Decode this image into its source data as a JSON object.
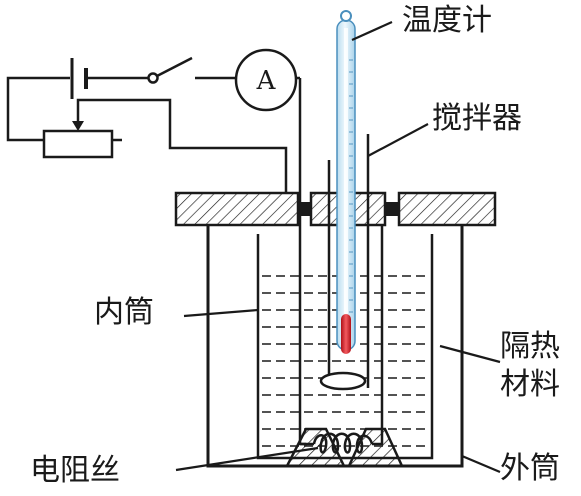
{
  "labels": {
    "thermometer": "温度计",
    "stirrer": "搅拌器",
    "inner_cylinder": "内筒",
    "insulation_line1": "隔热",
    "insulation_line2": "材料",
    "resistance_wire": "电阻丝",
    "outer_cylinder": "外筒",
    "ammeter": "A"
  },
  "colors": {
    "line": "#1a1a1a",
    "thermometer_glass": "#d6ecf7",
    "thermometer_liquid": "#d8232a",
    "hatch": "#1a1a1a"
  }
}
